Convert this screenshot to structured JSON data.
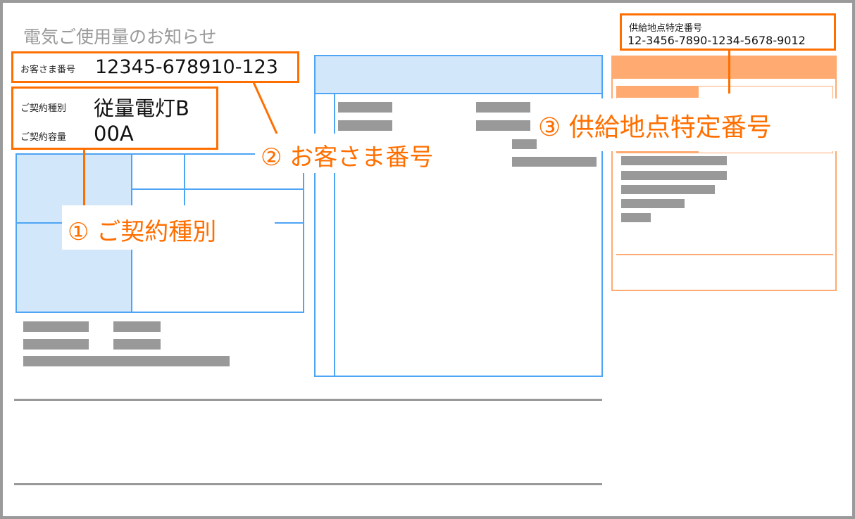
{
  "title": "電気ご使用量のお知らせ",
  "customer": {
    "label": "お客さま番号",
    "value": "12345-678910-123"
  },
  "contract": {
    "type_label": "ご契約種別",
    "type_value": "従量電灯B",
    "capacity_label": "ご契約容量",
    "capacity_value": "00A"
  },
  "supply_point": {
    "label": "供給地点特定番号",
    "value": "12-3456-7890-1234-5678-9012"
  },
  "callouts": {
    "c1": "① ご契約種別",
    "c2": "② お客さま番号",
    "c3": "③ 供給地点特定番号"
  },
  "colors": {
    "accent": "#ff6f00",
    "blue": "#4ea4f5",
    "light_blue": "#d3e7fb",
    "peach": "#ffaa70",
    "gray": "#999999"
  }
}
